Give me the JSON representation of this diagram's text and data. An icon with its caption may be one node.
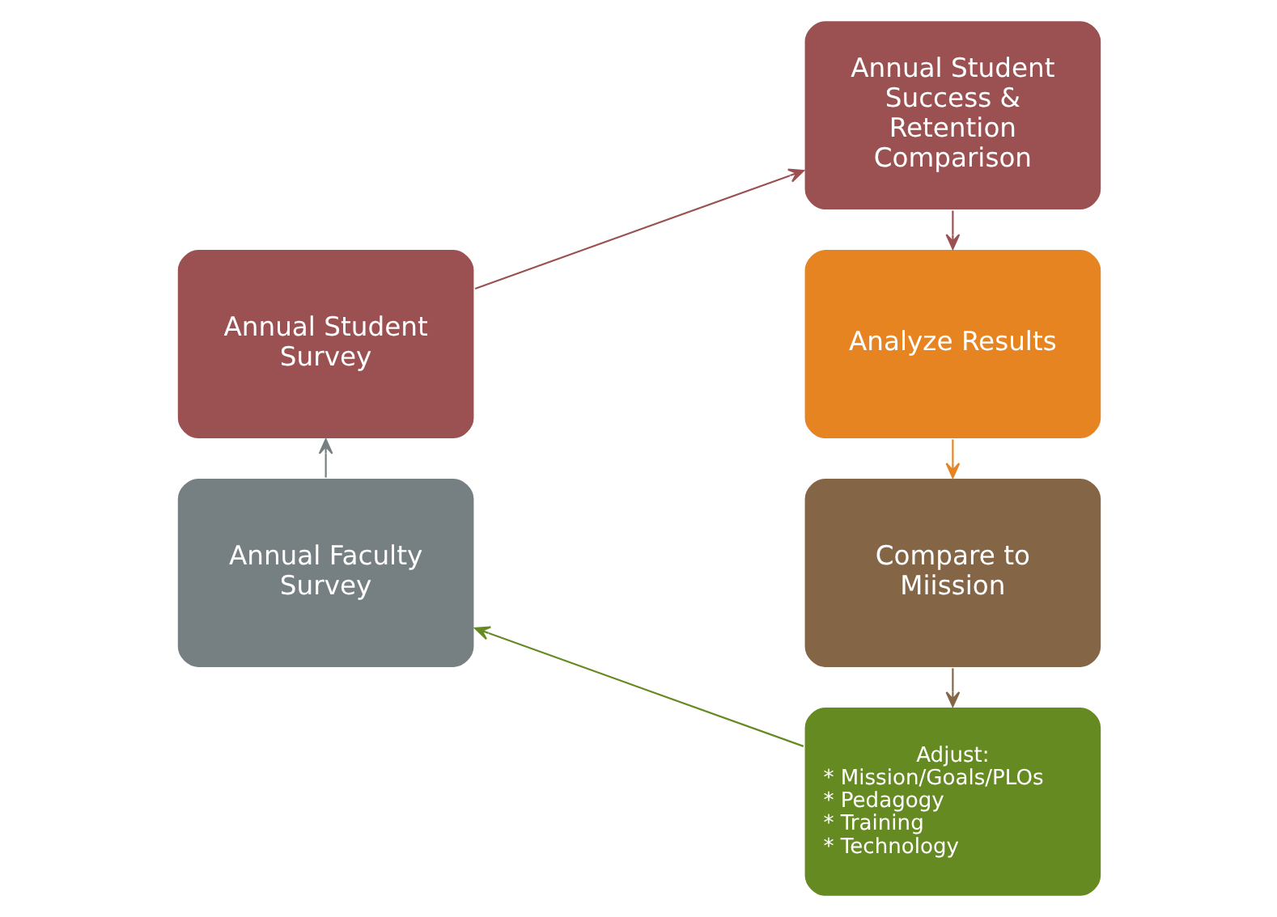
{
  "diagram": {
    "nodes": [
      {
        "text": [
          "Annual Student Success & Retention Comparison"
        ]
      },
      {
        "text": [
          "Analyze Results"
        ]
      },
      {
        "text": [
          "Compare to Miission"
        ]
      },
      {
        "text": [
          "Adjust:",
          "* Mission/Goals/PLOs",
          "* Pedagogy",
          "* Training",
          "* Technology"
        ]
      },
      {
        "text": [
          "Annual Faculty Survey"
        ]
      },
      {
        "text": [
          "Annual Student Survey"
        ]
      }
    ],
    "edges": [
      {
        "from": 0,
        "to": 1,
        "arrow": "to",
        "color": "#9b5051"
      },
      {
        "from": 1,
        "to": 2,
        "arrow": "to",
        "color": "#e68422"
      },
      {
        "from": 2,
        "to": 3,
        "arrow": "to",
        "color": "#846647"
      },
      {
        "from": 3,
        "to": 4,
        "arrow": "to",
        "color": "#668a22"
      },
      {
        "from": 4,
        "to": 5,
        "arrow": "to",
        "color": "#767f82"
      },
      {
        "from": 5,
        "to": 0,
        "arrow": "to",
        "color": "#9b5051"
      }
    ]
  }
}
